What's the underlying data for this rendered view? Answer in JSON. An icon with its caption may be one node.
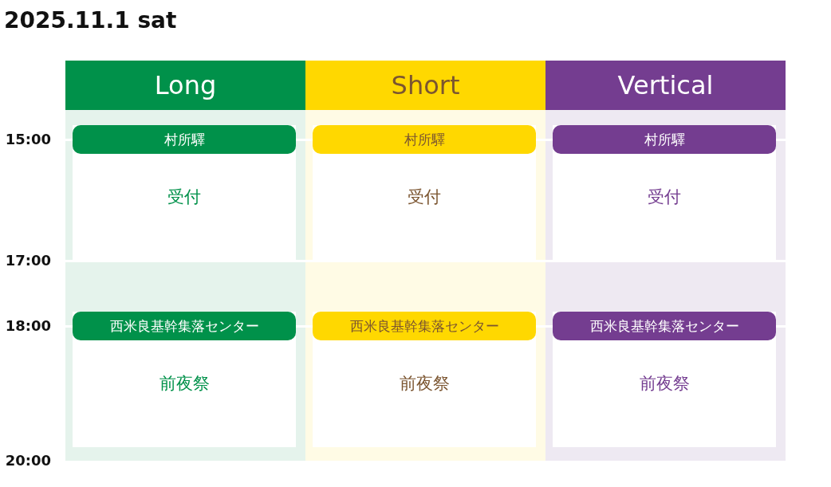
{
  "diagram": {
    "title": "2025.11.1 sat",
    "nodes": [
      {
        "text": [
          "Long"
        ]
      },
      {
        "text": [
          "村所驛",
          "受付"
        ],
        "in": 0
      },
      {
        "text": [
          "西米良基幹集落センター",
          "前夜祭"
        ],
        "in": 0
      },
      {
        "text": [
          "Short"
        ]
      },
      {
        "text": [
          "村所驛",
          "受付"
        ],
        "in": 3
      },
      {
        "text": [
          "西米良基幹集落センター",
          "前夜祭"
        ],
        "in": 3
      },
      {
        "text": [
          "Vertical"
        ]
      },
      {
        "text": [
          "村所驛",
          "受付"
        ],
        "in": 6
      },
      {
        "text": [
          "西米良基幹集落センター",
          "前夜祭"
        ],
        "in": 6
      }
    ],
    "labels": [
      "15:00",
      "17:00",
      "18:00",
      "20:00"
    ]
  }
}
